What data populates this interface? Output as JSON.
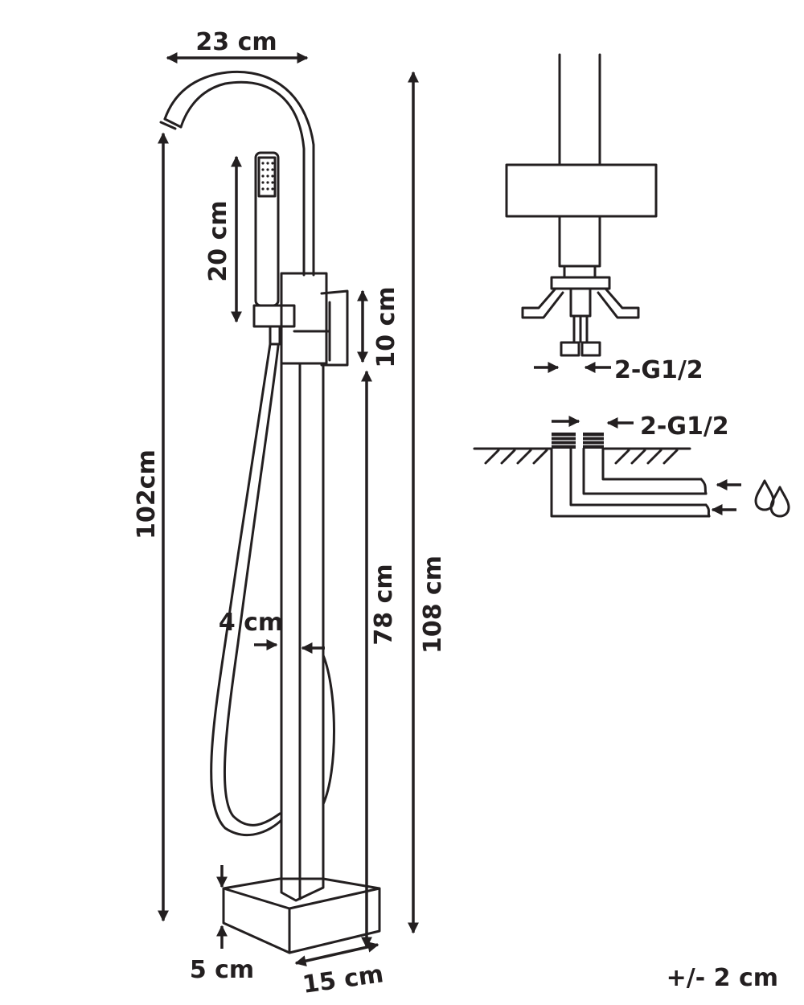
{
  "dimensions": {
    "spout_reach": "23 cm",
    "handshower_length": "20 cm",
    "mixer_body_height": "10 cm",
    "spout_height": "102cm",
    "lower_column_height": "78 cm",
    "total_height": "108 cm",
    "column_width": "4 cm",
    "base_height": "5 cm",
    "base_width": "15 cm"
  },
  "connections": {
    "thread_label_upper": "2-G1/2",
    "thread_label_lower": "2-G1/2",
    "water_supply_icon": "water-drops-icon"
  },
  "tolerance": "+/- 2 cm"
}
